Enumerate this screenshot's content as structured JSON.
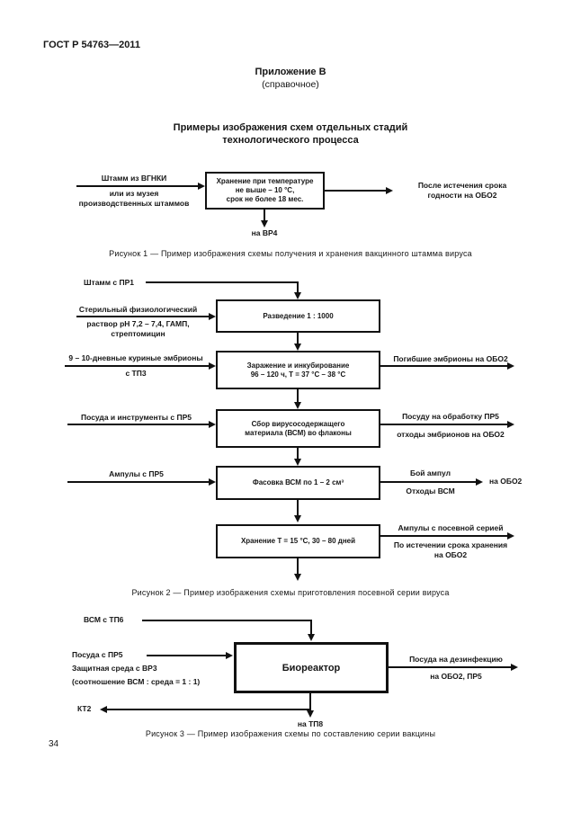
{
  "page": {
    "code": "ГОСТ Р 54763—2011",
    "annex": "Приложение В",
    "annex_note": "(справочное)",
    "title_line1": "Примеры изображения схем отдельных стадий",
    "title_line2": "технологического процесса",
    "page_number": "34"
  },
  "fig1": {
    "input_line1": "Штамм из ВГНКИ",
    "input_line2": "или из музея",
    "input_line3": "производственных штаммов",
    "box_line1": "Хранение при температуре",
    "box_line2": "не выше – 10 °С,",
    "box_line3": "срок не более 18 мес.",
    "output_line1": "После истечения срока",
    "output_line2": "годности на ОБО2",
    "down_label": "на ВР4",
    "caption": "Рисунок 1 — Пример изображения схемы получения и хранения вакцинного штамма вируса"
  },
  "fig2": {
    "seed_label": "Штамм с ПР1",
    "step1_input_line1": "Стерильный физиологический",
    "step1_input_line2": "раствор pH 7,2 – 7,4, ГАМП,",
    "step1_input_line3": "стрептомицин",
    "step1_box": "Разведение 1 : 1000",
    "step2_input_line1": "9 – 10-дневные куриные эмбрионы",
    "step2_input_line2": "с ТП3",
    "step2_box_line1": "Заражение и инкубирование",
    "step2_box_line2": "96 – 120 ч, Т = 37 °С – 38 °С",
    "step2_output": "Погибшие эмбрионы на ОБО2",
    "step3_input": "Посуда и инструменты с ПР5",
    "step3_box_line1": "Сбор вирусосодержащего",
    "step3_box_line2": "материала (ВСМ) во флаконы",
    "step3_output_line1": "Посуду на обработку ПР5",
    "step3_output_line2": "отходы эмбрионов на ОБО2",
    "step4_input": "Ампулы с ПР5",
    "step4_box": "Фасовка ВСМ по 1 – 2 см³",
    "step4_output_line1": "Бой ампул",
    "step4_output_line2": "Отходы ВСМ",
    "step4_output_dest": "на ОБО2",
    "step5_box": "Хранение Т = 15 °С, 30 – 80 дней",
    "step5_output_line1": "Ампулы с посевной серией",
    "step5_output_line2": "По истечении срока хранения",
    "step5_output_line3": "на ОБО2",
    "caption": "Рисунок 2 — Пример изображения схемы приготовления посевной серии вируса"
  },
  "fig3": {
    "input_top": "ВСМ с ТП6",
    "input_line1": "Посуда с ПР5",
    "input_line2": "Защитная среда с ВР3",
    "input_line3": "(соотношение ВСМ : среда = 1 : 1)",
    "box": "Биореактор",
    "output_line1": "Посуда на дезинфекцию",
    "output_line2": "на ОБО2, ПР5",
    "kt_label": "КТ2",
    "down_label": "на ТП8",
    "caption": "Рисунок 3 — Пример изображения схемы по составлению серии вакцины"
  }
}
